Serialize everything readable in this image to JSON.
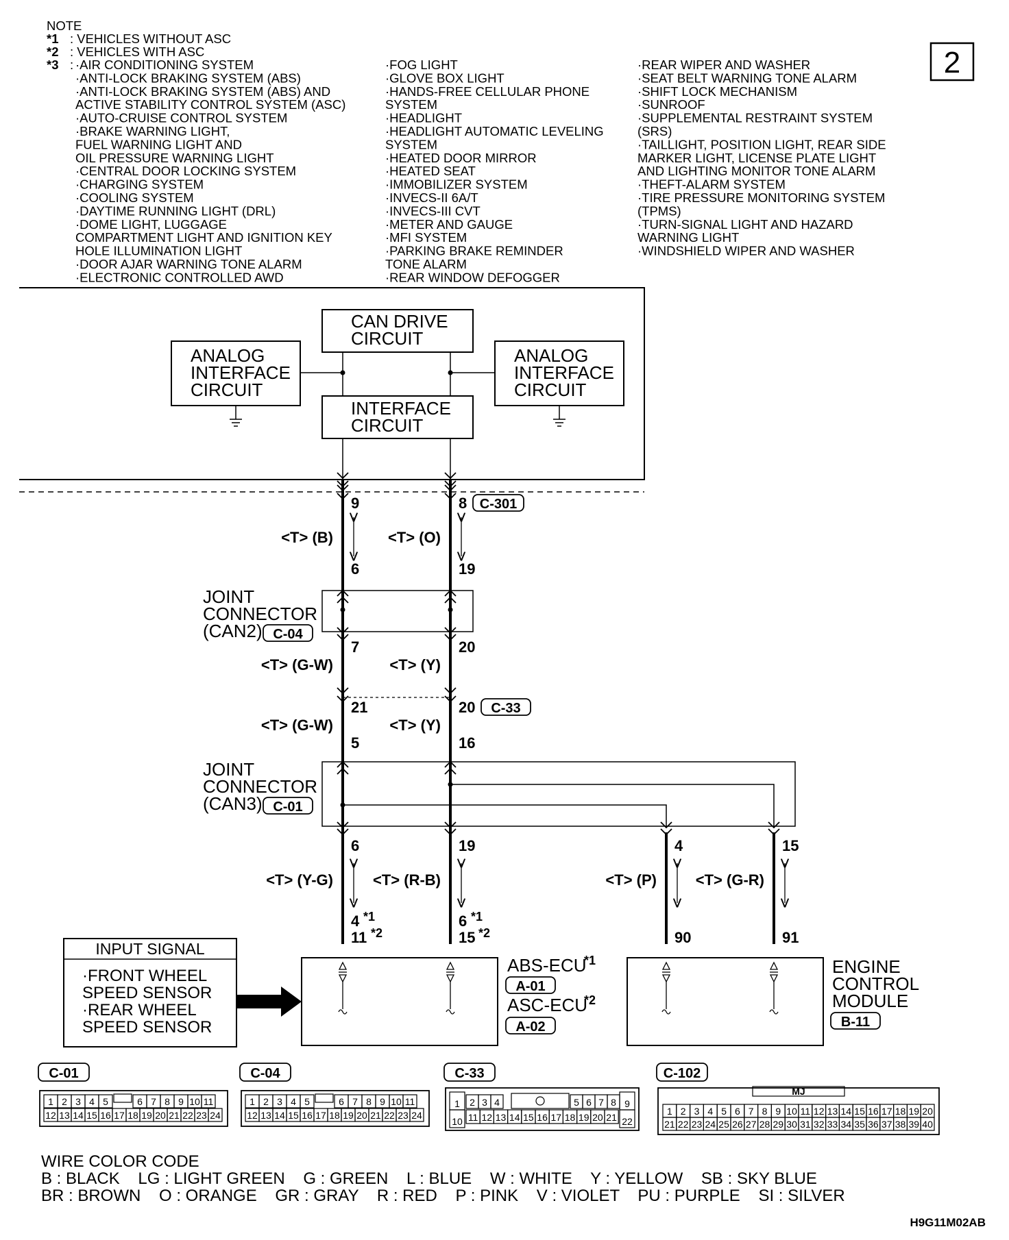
{
  "page_badge": "2",
  "note": {
    "heading": "NOTE",
    "star1_mark": "*1",
    "star1_text": ": VEHICLES WITHOUT ASC",
    "star2_mark": "*2",
    "star2_text": ": VEHICLES WITH ASC",
    "star3_mark": "*3",
    "star3_sep": ":",
    "col1": [
      "·AIR CONDITIONING SYSTEM",
      "·ANTI-LOCK BRAKING SYSTEM (ABS)",
      "·ANTI-LOCK BRAKING SYSTEM (ABS) AND",
      " ACTIVE STABILITY CONTROL SYSTEM (ASC)",
      "·AUTO-CRUISE CONTROL SYSTEM",
      "·BRAKE WARNING LIGHT,",
      " FUEL WARNING LIGHT AND",
      " OIL PRESSURE WARNING LIGHT",
      "·CENTRAL DOOR LOCKING SYSTEM",
      "·CHARGING SYSTEM",
      "·COOLING SYSTEM",
      "·DAYTIME RUNNING LIGHT (DRL)",
      "·DOME LIGHT, LUGGAGE",
      " COMPARTMENT LIGHT AND IGNITION KEY",
      " HOLE ILLUMINATION LIGHT",
      "·DOOR AJAR WARNING TONE ALARM",
      "·ELECTRONIC CONTROLLED AWD"
    ],
    "col2": [
      "·FOG LIGHT",
      "·GLOVE BOX LIGHT",
      "·HANDS-FREE CELLULAR PHONE",
      " SYSTEM",
      "·HEADLIGHT",
      "·HEADLIGHT AUTOMATIC LEVELING",
      " SYSTEM",
      "·HEATED DOOR MIRROR",
      "·HEATED SEAT",
      "·IMMOBILIZER SYSTEM",
      "·INVECS-II 6A/T",
      "·INVECS-III CVT",
      "·METER AND GAUGE",
      "·MFI SYSTEM",
      "·PARKING BRAKE REMINDER",
      " TONE ALARM",
      "·REAR WINDOW DEFOGGER"
    ],
    "col3": [
      "·REAR WIPER AND WASHER",
      "·SEAT BELT WARNING TONE ALARM",
      "·SHIFT LOCK MECHANISM",
      "·SUNROOF",
      "·SUPPLEMENTAL RESTRAINT SYSTEM",
      " (SRS)",
      "·TAILLIGHT, POSITION LIGHT, REAR SIDE",
      " MARKER LIGHT, LICENSE PLATE LIGHT",
      " AND LIGHTING MONITOR TONE ALARM",
      "·THEFT-ALARM SYSTEM",
      "·TIRE PRESSURE MONITORING SYSTEM",
      " (TPMS)",
      "·TURN-SIGNAL LIGHT AND HAZARD",
      " WARNING LIGHT",
      "·WINDSHIELD WIPER AND WASHER"
    ]
  },
  "blocks": {
    "can_drive": [
      "CAN DRIVE",
      "CIRCUIT"
    ],
    "interface": [
      "INTERFACE",
      "CIRCUIT"
    ],
    "analog_left": [
      "ANALOG",
      "INTERFACE",
      "CIRCUIT"
    ],
    "analog_right": [
      "ANALOG",
      "INTERFACE",
      "CIRCUIT"
    ]
  },
  "pins": {
    "p9": "9",
    "p8": "8",
    "p6a": "6",
    "p19a": "19",
    "p7": "7",
    "p20a": "20",
    "p21": "21",
    "p20b": "20",
    "p5": "5",
    "p16": "16",
    "p6b": "6",
    "p19b": "19",
    "p4": "4",
    "p15": "15",
    "p4s": "4",
    "p11s": "11",
    "p6s": "6",
    "p15s": "15",
    "p90": "90",
    "p91": "91",
    "s1": "*1",
    "s2": "*2"
  },
  "wire_labels": {
    "w1": "<T> (B)",
    "w2": "<T> (O)",
    "w3": "<T> (G-W)",
    "w4": "<T> (Y)",
    "w5": "<T> (G-W)",
    "w6": "<T> (Y)",
    "w7": "<T> (Y-G)",
    "w8": "<T> (R-B)",
    "w9": "<T> (P)",
    "w10": "<T> (G-R)"
  },
  "connector_refs": {
    "c301": "C-301",
    "c04": "C-04",
    "c33": "C-33",
    "c01": "C-01",
    "a01": "A-01",
    "a02": "A-02",
    "b11": "B-11",
    "c102": "C-102"
  },
  "joint_can2": [
    "JOINT",
    "CONNECTOR",
    "(CAN2)"
  ],
  "joint_can3": [
    "JOINT",
    "CONNECTOR",
    "(CAN3)"
  ],
  "abs_ecu": "ABS-ECU",
  "asc_ecu": "ASC-ECU",
  "ecm": [
    "ENGINE",
    "CONTROL",
    "MODULE"
  ],
  "input_signal": {
    "title": "INPUT SIGNAL",
    "lines": [
      "·FRONT WHEEL",
      " SPEED SENSOR",
      "·REAR WHEEL",
      " SPEED SENSOR"
    ]
  },
  "wire_color_code": {
    "title": "WIRE COLOR CODE",
    "row1": "B : BLACK    LG : LIGHT GREEN    G : GREEN    L : BLUE    W : WHITE    Y : YELLOW    SB : SKY BLUE",
    "row2": "BR : BROWN    O : ORANGE    GR : GRAY    R : RED    P : PINK    V : VIOLET    PU : PURPLE    SI : SILVER"
  },
  "figure_code": "H9G11M02AB",
  "connector_faces": {
    "c01_top": [
      "1",
      "2",
      "3",
      "4",
      "5",
      "",
      "6",
      "7",
      "8",
      "9",
      "10",
      "11"
    ],
    "c01_bot": [
      "12",
      "13",
      "14",
      "15",
      "16",
      "17",
      "18",
      "19",
      "20",
      "21",
      "22",
      "23",
      "24"
    ],
    "c33_top": [
      "1",
      "2",
      "3",
      "4",
      "5",
      "6",
      "7",
      "8",
      "9"
    ],
    "c33_bot": [
      "10",
      "11",
      "12",
      "13",
      "14",
      "15",
      "16",
      "17",
      "18",
      "19",
      "20",
      "21",
      "22"
    ],
    "c102_top": [
      "1",
      "2",
      "3",
      "4",
      "5",
      "6",
      "7",
      "8",
      "9",
      "10",
      "11",
      "12",
      "13",
      "14",
      "15",
      "16",
      "17",
      "18",
      "19",
      "20"
    ],
    "c102_bot": [
      "21",
      "22",
      "23",
      "24",
      "25",
      "26",
      "27",
      "28",
      "29",
      "30",
      "31",
      "32",
      "33",
      "34",
      "35",
      "36",
      "37",
      "38",
      "39",
      "40"
    ],
    "c102_tag": "MJ"
  }
}
